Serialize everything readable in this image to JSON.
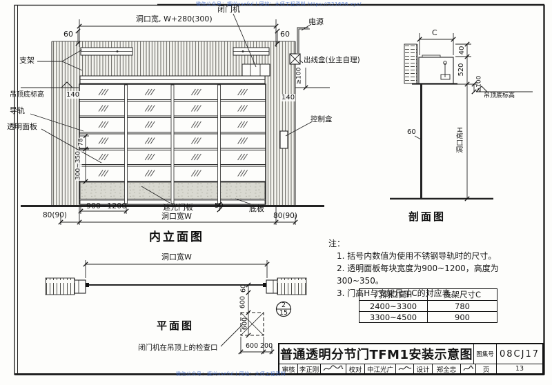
{
  "watermark": {
    "top": "微信公众号：振兴useful丨网站：大师工程资料 https://521696.xyz/",
    "bottom": "微信公众号：振兴useful丨网站：大师工程资料"
  },
  "elevation": {
    "title": "内立面图",
    "dim_top": "洞口宽, W+280(300)",
    "dim_60_left": "60",
    "dim_60_right": "60",
    "label_door_closer": "闭门机",
    "label_power": "电源",
    "label_bracket": "支架",
    "label_outlet": "出线盒(业主自理)",
    "dim_ge100": "≥100",
    "label_ceiling": "吊顶底标高",
    "label_rail": "导轨",
    "label_panel": "透明面板",
    "label_control": "控制盒",
    "dim_140_left": "140",
    "dim_140_right": "140",
    "dim_78": "78",
    "dim_300_350": "300~350",
    "dim_900_1200": "900~1200",
    "label_shade_panel": "遮光门板",
    "dim_50": "50",
    "label_bottom_plate": "底板",
    "dim_80_left": "80(90)",
    "dim_80_right": "80(90)",
    "dim_width": "洞口宽W"
  },
  "section": {
    "title": "剖面图",
    "dim_c": "C",
    "dim_40": "40",
    "dim_520": "520",
    "dim_ge100": "≥100",
    "label_ceiling": "吊顶底标高",
    "dim_60": "60",
    "dim_height": "洞口高H"
  },
  "plan": {
    "title": "平面图",
    "dim_width": "洞口宽W",
    "dim_60": "60",
    "dim_600_a": "600",
    "dim_600_b": "600",
    "dim_600_c": "600",
    "dim_200": "200",
    "label_access": "闭门机在吊顶上的检查口",
    "detail_top": "2",
    "detail_bottom": "15"
  },
  "notes": {
    "heading": "注：",
    "items": [
      "1. 括号内数值为使用不锈钢导轨时的尺寸。",
      "2. 透明面板每块宽度为900~1200，高度为300~350。",
      "3. 门高H与支架尺寸C的对应表。"
    ],
    "table": {
      "headers": [
        "门洞口高H",
        "支架尺寸C"
      ],
      "rows": [
        [
          "2400~3300",
          "780"
        ],
        [
          "3300~4500",
          "900"
        ]
      ]
    }
  },
  "titleblock": {
    "title": "普通透明分节门TFM1安装示意图",
    "atlas_label": "图集号",
    "atlas_no": "08CJ17",
    "page_label": "页",
    "page_no": "13",
    "review_label": "审核",
    "review_name": "李正刚",
    "proof_label": "校对",
    "proof_name": "中江光广",
    "design_label": "设计",
    "design_name": "郑全忠"
  }
}
